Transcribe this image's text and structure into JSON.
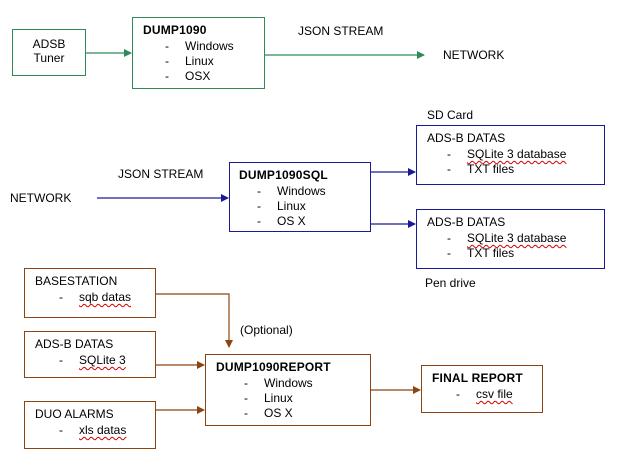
{
  "diagram": {
    "adsb_tuner": {
      "line1": "ADSB",
      "line2": "Tuner"
    },
    "dump1090": {
      "title": "DUMP1090",
      "items": [
        "Windows",
        "Linux",
        "OSX"
      ]
    },
    "json_stream_top": "JSON STREAM",
    "network_top": "NETWORK",
    "sd_card": "SD Card",
    "json_stream_mid": "JSON STREAM",
    "network_mid": "NETWORK",
    "dump1090sql": {
      "title": "DUMP1090SQL",
      "items": [
        "Windows",
        "Linux",
        "OS X"
      ]
    },
    "adsb_datas_sd": {
      "title": "ADS-B DATAS",
      "items": [
        "SQLite 3 database",
        "TXT files"
      ]
    },
    "adsb_datas_pen": {
      "title": "ADS-B DATAS",
      "items": [
        "SQLite 3 database",
        "TXT files"
      ]
    },
    "pen_drive": "Pen drive",
    "basestation": {
      "title": "BASESTATION",
      "items": [
        "sqb datas"
      ]
    },
    "optional": "(Optional)",
    "adsb_datas_report": {
      "title": "ADS-B DATAS",
      "items": [
        "SQLite 3"
      ]
    },
    "dump1090report": {
      "title": "DUMP1090REPORT",
      "items": [
        "Windows",
        "Linux",
        "OS X"
      ]
    },
    "final_report": {
      "title": "FINAL REPORT",
      "items": [
        "csv file"
      ]
    },
    "duo_alarms": {
      "title": "DUO ALARMS",
      "items": [
        "xls datas"
      ]
    },
    "colors": {
      "green": "#2e8b57",
      "blue": "#1a1a99",
      "brown": "#8b4513"
    }
  }
}
